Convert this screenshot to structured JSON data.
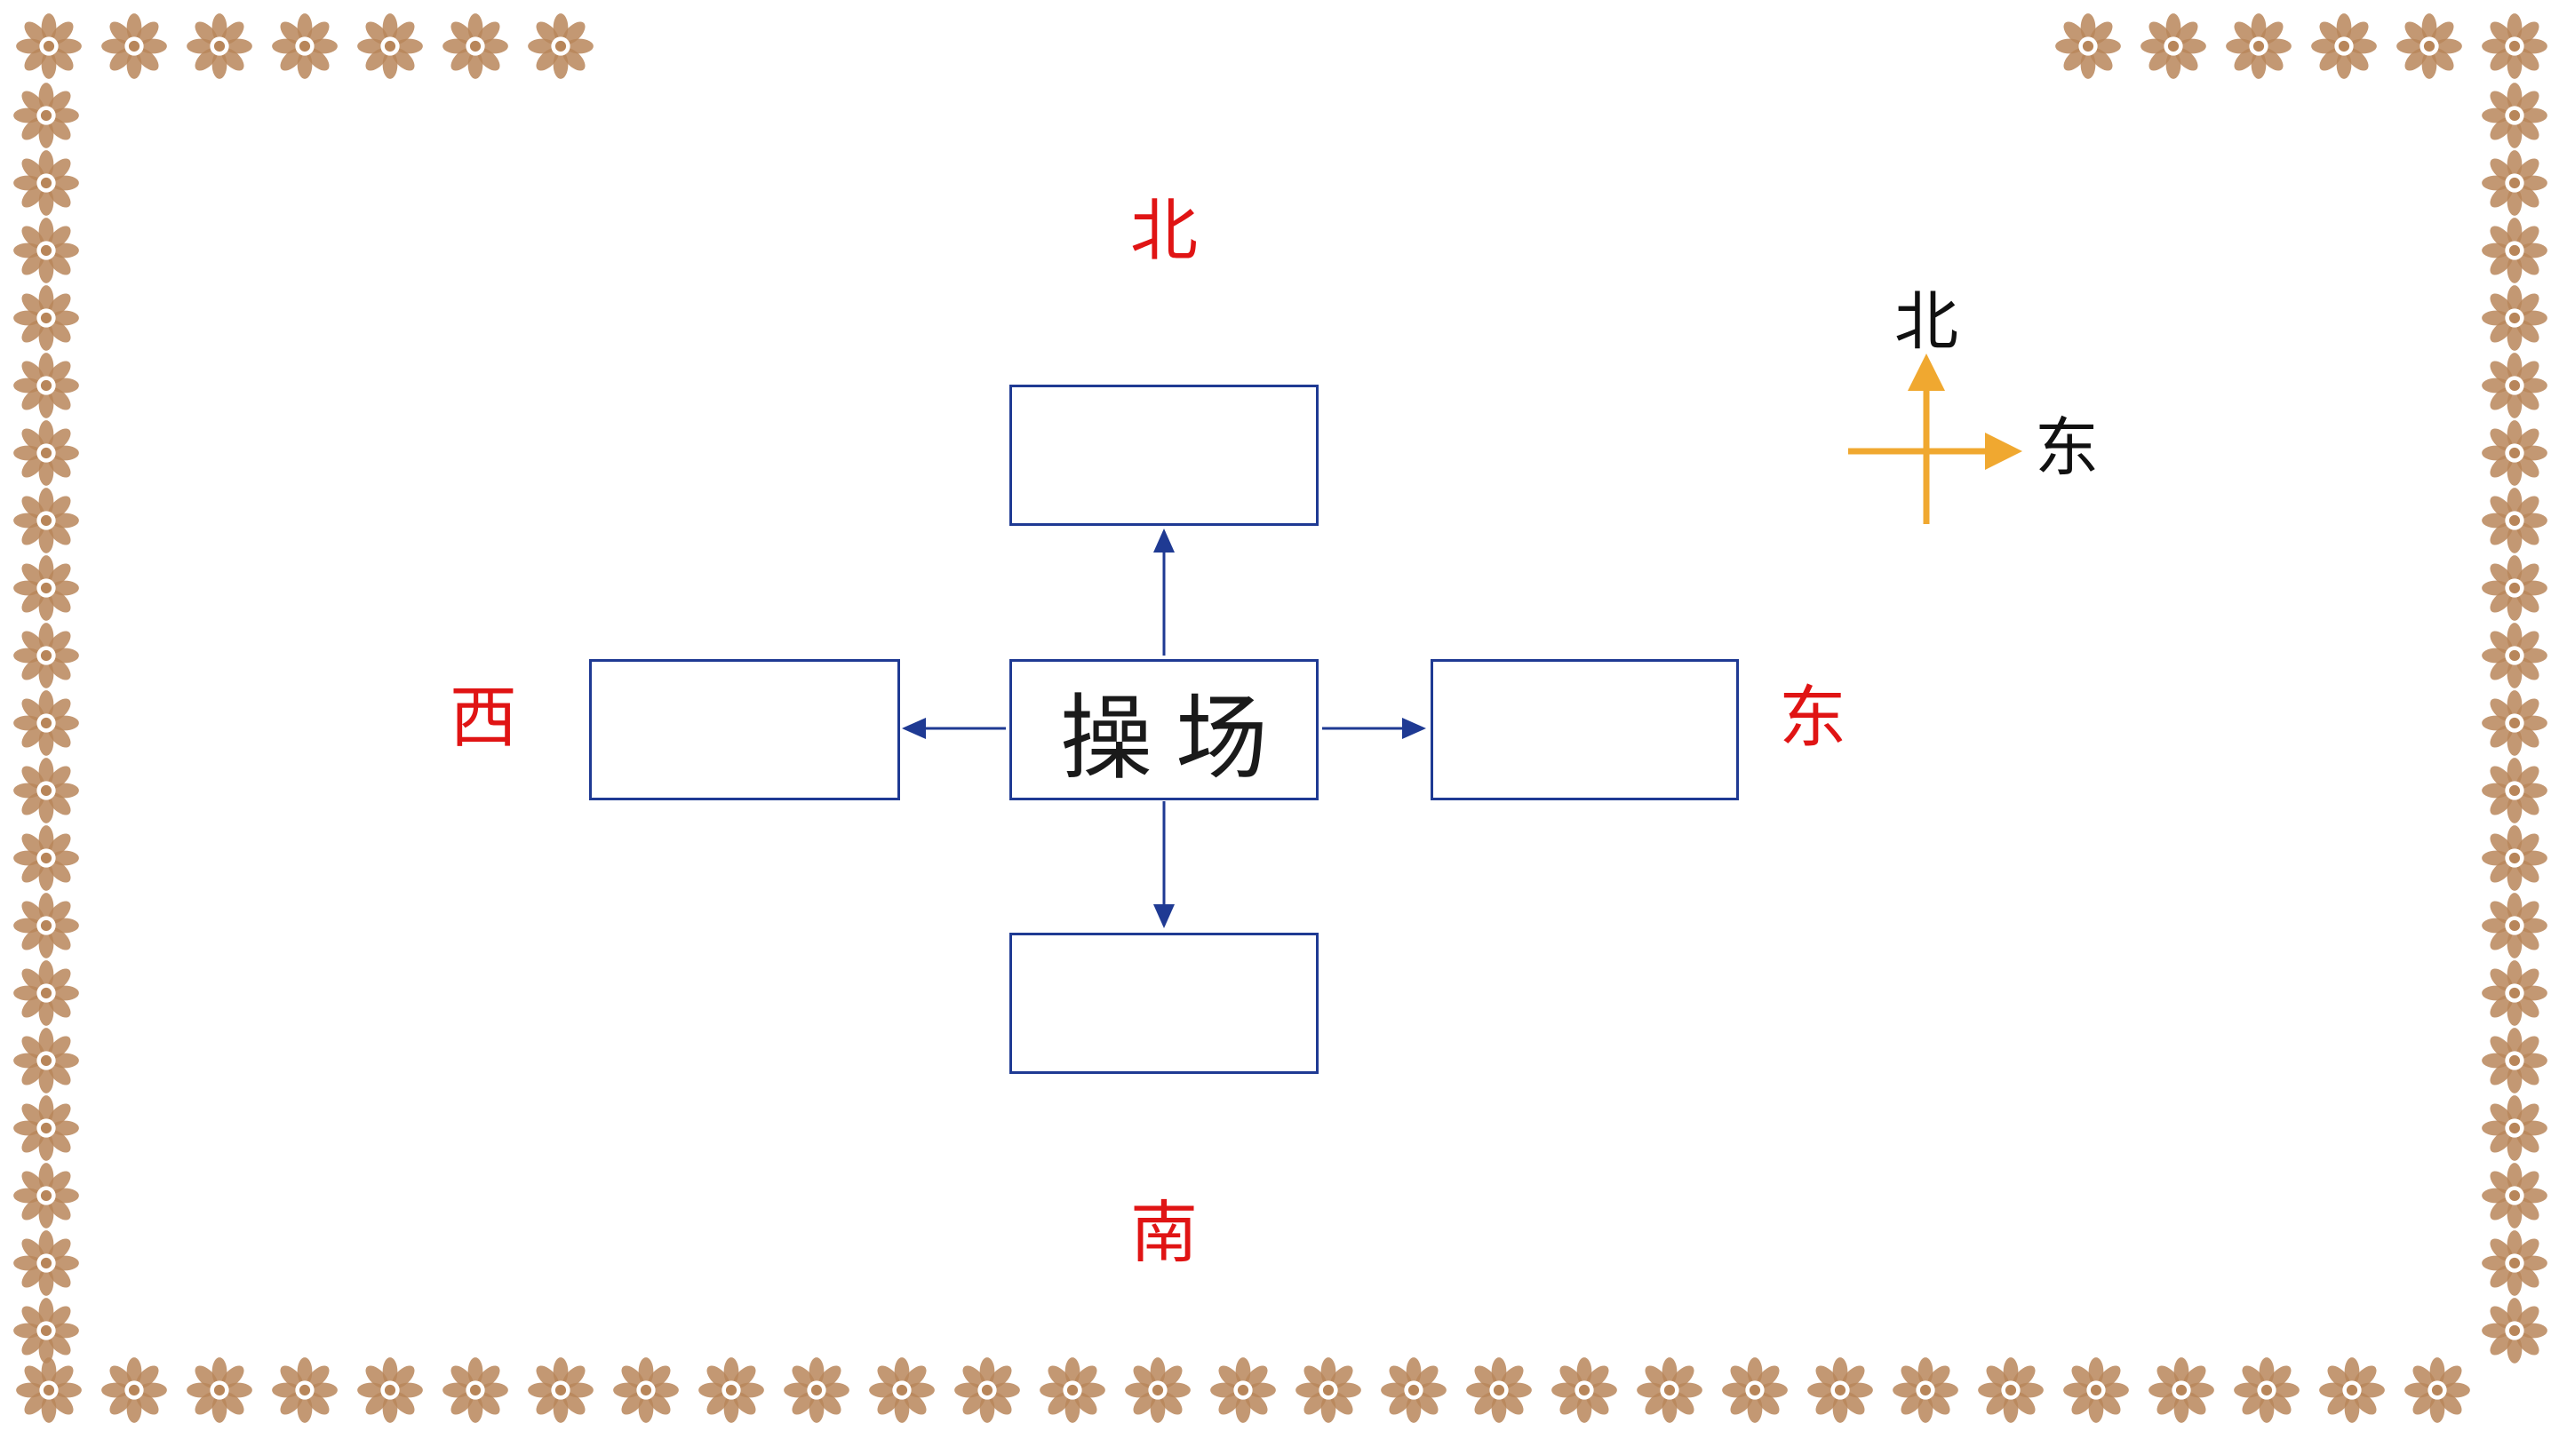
{
  "diagram": {
    "center_label": "操场",
    "directions": {
      "north": "北",
      "south": "南",
      "east": "东",
      "west": "西"
    },
    "blank_boxes": [
      "north-box",
      "south-box",
      "east-box",
      "west-box"
    ],
    "compass": {
      "north": "北",
      "east": "东"
    }
  },
  "colors": {
    "direction_label": "#e01414",
    "box_border": "#1f3a93",
    "arrow": "#1f3a93",
    "compass_arrow": "#f0a830",
    "compass_label": "#111111",
    "border_flower": "#b8865a"
  },
  "icons": {
    "border": "flower-ornament-icon",
    "compass": "compass-cross-icon"
  }
}
